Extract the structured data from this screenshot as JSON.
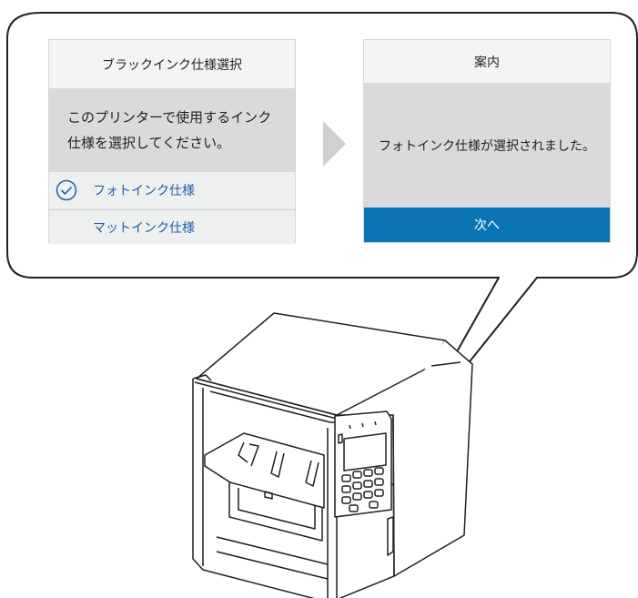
{
  "left_screen": {
    "title": "ブラックインク仕様選択",
    "message": "このプリンターで使用するインク仕様を選択してください。",
    "options": [
      {
        "label": "フォトインク仕様",
        "selected": true
      },
      {
        "label": "マットインク仕様",
        "selected": false
      }
    ]
  },
  "right_screen": {
    "title": "案内",
    "message": "フォトインク仕様が選択されました。",
    "button_label": "次へ"
  },
  "icons": [
    "check-circle-icon",
    "arrow-right-icon"
  ],
  "colors": {
    "button": "#0a74b5",
    "option_text": "#1c5fa8",
    "screen_body": "#d9dadb",
    "screen_header": "#f4f4f4",
    "arrow": "#cfd0d1"
  }
}
